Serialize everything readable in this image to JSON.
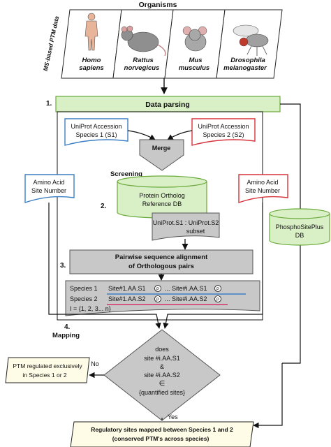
{
  "organisms": {
    "title": "Organisms",
    "side_label": "MS-based PTM data",
    "species": [
      {
        "line1": "Homo",
        "line2": "sapiens"
      },
      {
        "line1": "Rattus",
        "line2": "norvegicus"
      },
      {
        "line1": "Mus",
        "line2": "musculus"
      },
      {
        "line1": "Drosophila",
        "line2": "melanogaster"
      }
    ]
  },
  "steps": {
    "s1_num": "1.",
    "s1_label": "Data parsing",
    "s2_num": "2.",
    "s3_num": "3.",
    "s4_num": "4."
  },
  "accession_s1": {
    "line1": "UniProt Accession",
    "line2": "Species 1 (S1)"
  },
  "accession_s2": {
    "line1": "UniProt Accession",
    "line2": "Species 2 (S2)"
  },
  "merge": "Merge",
  "screening": "Screening",
  "amino_left": {
    "line1": "Amino Acid",
    "line2": "Site Number"
  },
  "amino_right": {
    "line1": "Amino Acid",
    "line2": "Site Number"
  },
  "ortholog_db": {
    "line1": "Protein Ortholog",
    "line2": "Reference DB"
  },
  "subset": {
    "line1": "UniProt.S1 : UniProt.S2",
    "line2": "subset"
  },
  "phospho_db": {
    "line1": "PhosphoSitePlus",
    "line2": "DB"
  },
  "alignment": {
    "line1": "Pairwise sequence alignment",
    "line2": "of Orthologous pairs"
  },
  "align_box": {
    "sp1_label": "Species 1",
    "sp1_a": "Site#1.AA.S1",
    "sp1_mid": "... Site#i.AA.S1",
    "sp2_label": "Species 2",
    "sp2_a": "Site#1.AA.S2",
    "sp2_mid": "... Site#i.AA.S2",
    "range": "I = {1, 2, 3... n}",
    "p": "P"
  },
  "mapping": "Mapping",
  "decision": {
    "l1": "does",
    "l2": "site #i.AA.S1",
    "l3": "&",
    "l4": "site #i.AA.S2",
    "l5": "∈",
    "l6": "{quantified sites}"
  },
  "no_label": "No",
  "yes_label": "Yes",
  "exclusive": {
    "line1": "PTM regulated exclusively",
    "line2": "in Species 1 or 2"
  },
  "result": {
    "line1": "Regulatory sites mapped between Species 1 and 2",
    "line2": "(conserved PTM's across species)"
  },
  "colors": {
    "green_fill": "#d9efc6",
    "green_stroke": "#6aaa3a",
    "blue": "#3d7fc4",
    "red": "#d8323c",
    "gray": "#c8c8c8",
    "pink": "#d6336c"
  }
}
